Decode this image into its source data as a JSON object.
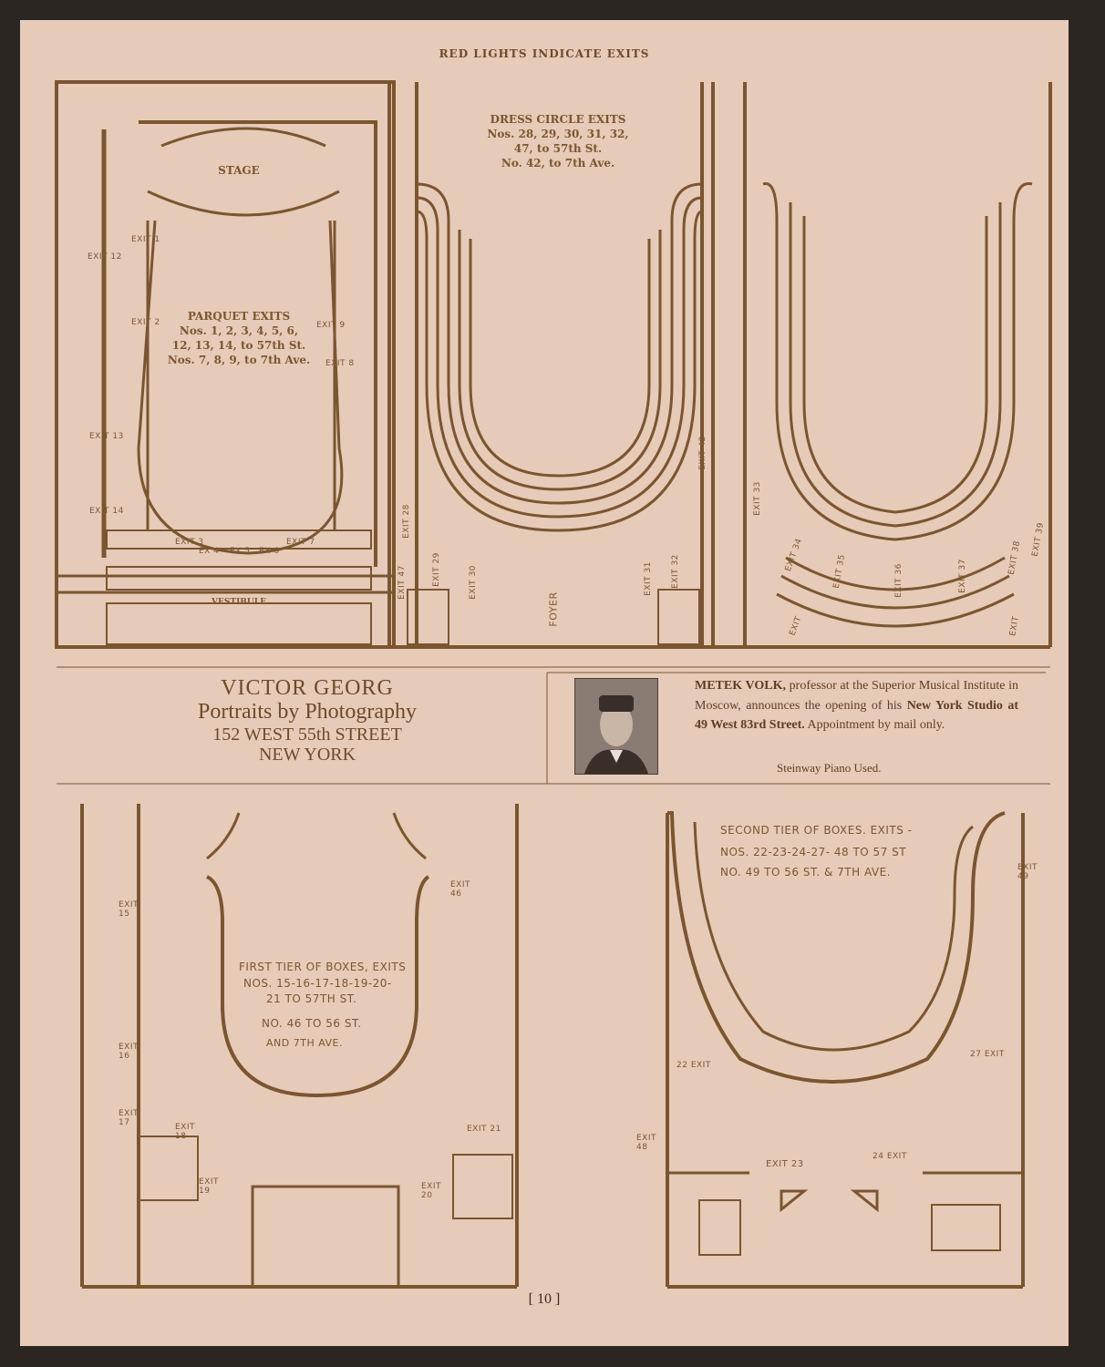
{
  "header": "RED LIGHTS INDICATE EXITS",
  "parquet": {
    "stage": "STAGE",
    "vestibule": "VESTIBULE",
    "title": "PARQUET EXITS",
    "line1": "Nos. 1, 2, 3, 4, 5, 6,",
    "line2": "12, 13, 14, to 57th St.",
    "line3": "Nos. 7, 8, 9, to 7th Ave.",
    "exits": [
      "EXIT 1",
      "EXIT 12",
      "EXIT 2",
      "EXIT 9",
      "EXIT 8",
      "EXIT 13",
      "EXIT 14",
      "EXIT 3",
      "EX 4",
      "EX 5",
      "EX 6",
      "EXIT 7"
    ]
  },
  "dress_circle": {
    "title": "DRESS CIRCLE EXITS",
    "line1": "Nos. 28, 29, 30, 31, 32,",
    "line2": "47, to 57th St.",
    "line3": "No. 42, to 7th Ave.",
    "foyer": "FOYER",
    "exits": [
      "EXIT 28",
      "EXIT 47",
      "EXIT 29",
      "EXIT 30",
      "EXIT 31",
      "EXIT 32",
      "EXIT 42"
    ]
  },
  "balcony": {
    "exits": [
      "EXIT 33",
      "EXIT 34",
      "EXIT 35",
      "EXIT 36",
      "EXIT 37",
      "EXIT 38",
      "EXIT 39",
      "EXIT",
      "EXIT"
    ]
  },
  "ad_georg": {
    "name": "VICTOR GEORG",
    "line1": "Portraits by Photography",
    "line2": "152 WEST 55th STREET",
    "line3": "NEW YORK"
  },
  "ad_volk": {
    "name": "METEK VOLK,",
    "text": "professor at the Superior Musical Institute in Moscow, announces the opening of his",
    "bold": "New York Studio at 49 West 83rd Street.",
    "tail": "Appointment by mail only.",
    "signature": "Steinway Piano Used."
  },
  "first_tier": {
    "title": "FIRST TIER OF BOXES, EXITS",
    "line1": "NOS. 15-16-17-18-19-20-",
    "line2": "21 TO 57TH ST.",
    "line3": "NO. 46 TO 56 ST.",
    "line4": "AND 7TH AVE.",
    "exits": [
      "EXIT 15",
      "EXIT 46",
      "EXIT 16",
      "EXIT 17",
      "EXIT 18",
      "EXIT 19",
      "EXIT 20",
      "EXIT 21"
    ]
  },
  "second_tier": {
    "title": "SECOND TIER OF BOXES. EXITS -",
    "line1": "NOS. 22-23-24-27- 48 TO 57 ST",
    "line2": "NO. 49 TO 56 ST. & 7TH AVE.",
    "exits": [
      "EXIT 49",
      "22 EXIT",
      "27 EXIT",
      "EXIT 48",
      "EXIT 23",
      "24 EXIT"
    ]
  },
  "page_number": "[ 10 ]",
  "colors": {
    "paper": "#e7cbb9",
    "ink": "#7a5630",
    "background": "#2b2622"
  }
}
